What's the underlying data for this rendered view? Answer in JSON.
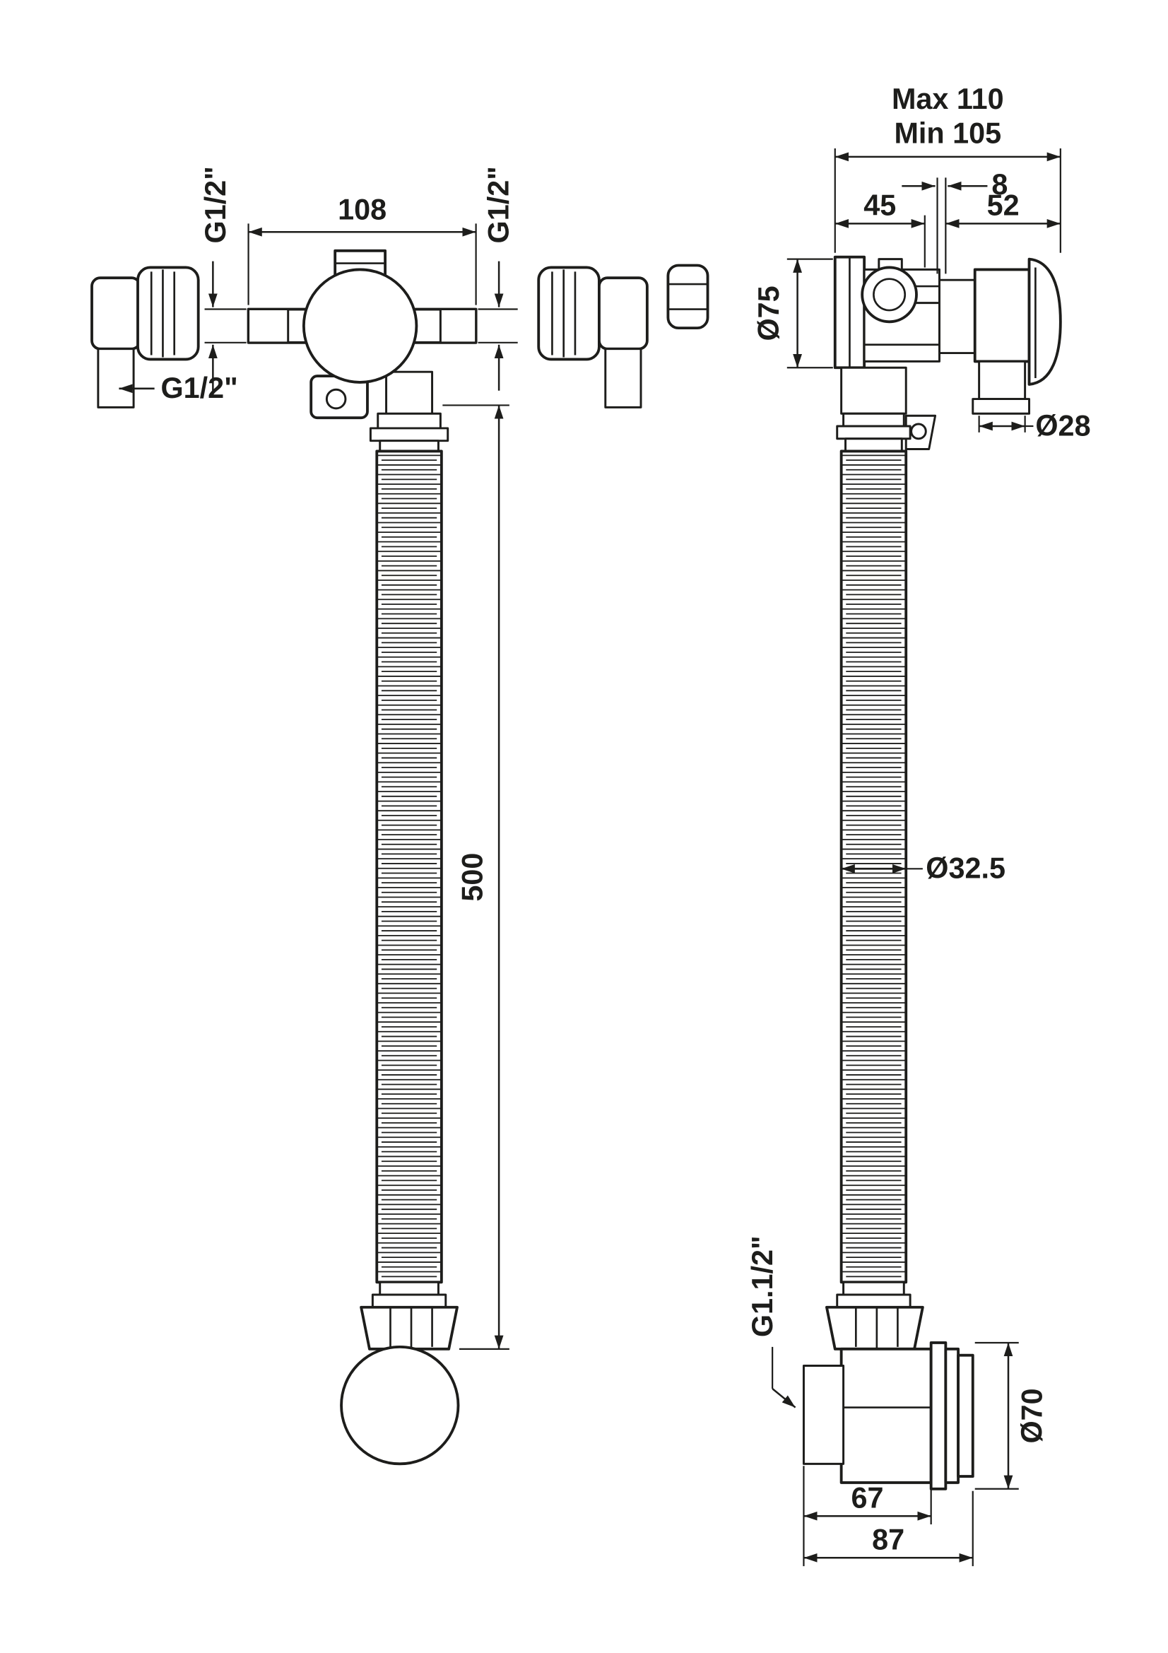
{
  "meta": {
    "background_color": "#ffffff",
    "line_color": "#1d1d1b",
    "drawing_type": "bath-filler-overflow-waste-technical-drawing"
  },
  "front_view": {
    "labels": {
      "port_span": "108",
      "left_port_thread": "G1/2\"",
      "right_port_thread": "G1/2\"",
      "elbow_thread": "G1/2\"",
      "hose_length": "500"
    }
  },
  "side_view": {
    "labels": {
      "depth_max": "Max 110",
      "depth_min": "Min 105",
      "plate_thickness": "8",
      "inset_depth": "45",
      "projection_depth": "52",
      "overflow_face_diameter": "Ø75",
      "outlet_diameter": "Ø28",
      "hose_outer_diameter": "Ø32.5",
      "waste_thread": "G1.1/2\"",
      "waste_flange_diameter": "Ø70",
      "waste_body_width": "67",
      "waste_overall_width": "87"
    }
  }
}
